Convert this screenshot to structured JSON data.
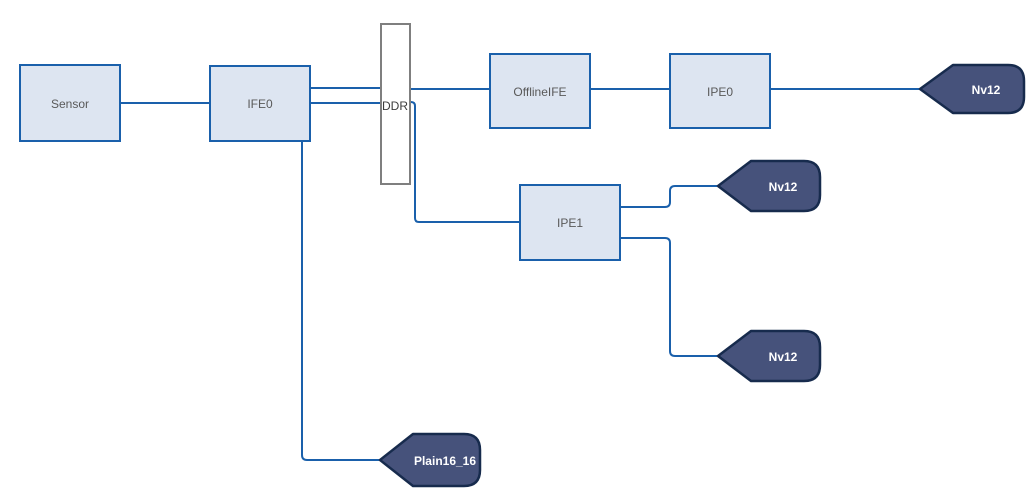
{
  "diagram": {
    "nodes": {
      "sensor": {
        "label": "Sensor",
        "type": "process"
      },
      "ife0": {
        "label": "IFE0",
        "type": "process"
      },
      "ddr": {
        "label": "DDR",
        "type": "memory-buffer"
      },
      "offlineife": {
        "label": "OfflineIFE",
        "type": "process"
      },
      "ipe0": {
        "label": "IPE0",
        "type": "process"
      },
      "ipe1": {
        "label": "IPE1",
        "type": "process"
      }
    },
    "outputs": {
      "ipe0_out": {
        "label": "Nv12"
      },
      "ipe1_out_top": {
        "label": "Nv12"
      },
      "ipe1_out_bottom": {
        "label": "Nv12"
      },
      "ife0_out": {
        "label": "Plain16_16"
      }
    },
    "connections": [
      {
        "from": "Sensor",
        "to": "DDR"
      },
      {
        "from": "IFE0",
        "to": "DDR"
      },
      {
        "from": "IFE0",
        "to": "DDR"
      },
      {
        "from": "DDR",
        "to": "OfflineIFE"
      },
      {
        "from": "OfflineIFE",
        "to": "IPE0"
      },
      {
        "from": "IPE0",
        "to": "Nv12"
      },
      {
        "from": "DDR",
        "to": "IPE1"
      },
      {
        "from": "IPE1",
        "to": "Nv12"
      },
      {
        "from": "IPE1",
        "to": "Nv12"
      },
      {
        "from": "IFE0",
        "to": "Plain16_16"
      }
    ]
  },
  "colors": {
    "node_fill": "#dde5f1",
    "node_border": "#1a60ab",
    "node_text": "#595959",
    "connector": "#1a60ab",
    "tag_fill": "#46527b",
    "tag_border": "#172b4d",
    "tag_text": "#ffffff",
    "ddr_fill": "#ffffff",
    "ddr_border": "#7f7f7f",
    "ddr_text": "#3c3c3c"
  }
}
